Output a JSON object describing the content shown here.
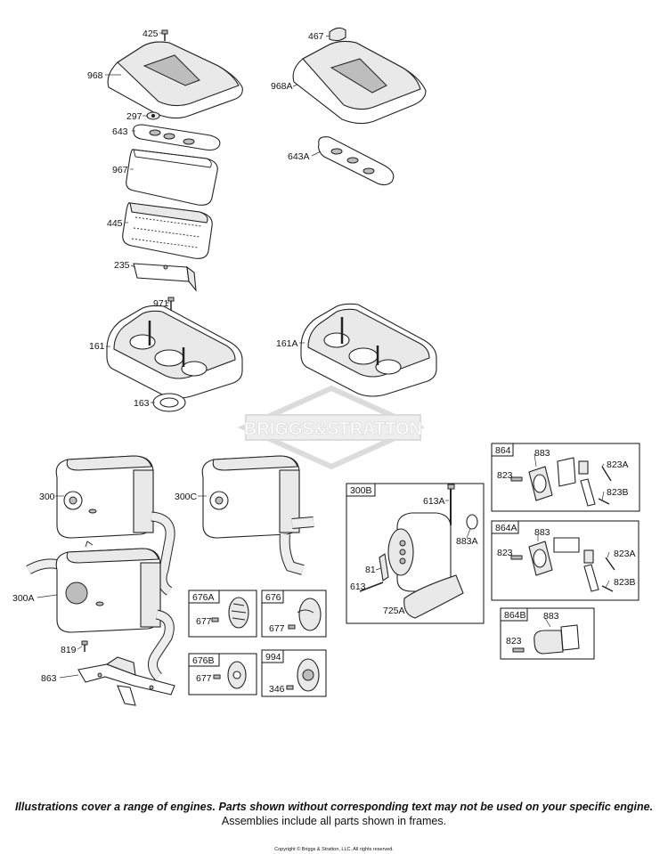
{
  "watermark": "BRIGGS&STRATTON",
  "callouts": {
    "p425": "425",
    "p968": "968",
    "p297": "297",
    "p643": "643",
    "p967": "967",
    "p445": "445",
    "p235": "235",
    "p971": "971",
    "p161": "161",
    "p163": "163",
    "p467": "467",
    "p968A": "968A",
    "p643A": "643A",
    "p161A": "161A",
    "p300": "300",
    "p300C": "300C",
    "p300A": "300A",
    "p819": "819",
    "p863": "863",
    "p677a": "677",
    "p677b": "677",
    "p677c": "677",
    "p346": "346",
    "p613A": "613A",
    "p883A": "883A",
    "p81": "81",
    "p613": "613",
    "p725A": "725A",
    "p883_864": "883",
    "p823_864": "823",
    "p823A_864": "823A",
    "p823B_864": "823B",
    "p883_864A": "883",
    "p823_864A": "823",
    "p823A_864A": "823A",
    "p823B_864A": "823B",
    "p883_864B": "883",
    "p823_864B": "823"
  },
  "frames": {
    "f676A": "676A",
    "f676": "676",
    "f676B": "676B",
    "f994": "994",
    "f300B": "300B",
    "f864": "864",
    "f864A": "864A",
    "f864B": "864B"
  },
  "footer": {
    "line1": "Illustrations cover a range of engines. Parts shown without corresponding text may not be used on your specific engine.",
    "line2": "Assemblies include all parts shown in frames.",
    "copyright": "Copyright © Briggs & Stratton, LLC. All rights reserved."
  }
}
